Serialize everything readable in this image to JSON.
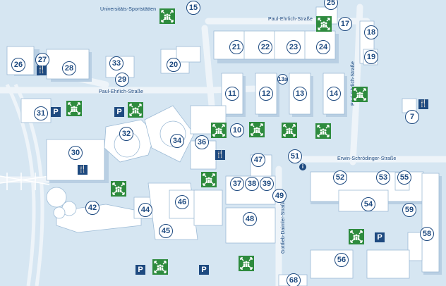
{
  "streets": {
    "sportstaetten": "Universitäts-Sportstätten",
    "ehrlich_top": "Paul-Ehrlich-Straße",
    "ehrlich_mid": "Paul-Ehrlich-Straße",
    "ehrlich_vert": "Paul-Ehrlich-Straße",
    "schroedinger": "Erwin-Schrödinger-Straße",
    "daimler": "Gottlieb-Daimler-Straße"
  },
  "buildings": [
    "7",
    "10",
    "11",
    "12",
    "13",
    "13a",
    "14",
    "15",
    "17",
    "18",
    "19",
    "20",
    "21",
    "22",
    "23",
    "24",
    "25",
    "26",
    "27",
    "28",
    "29",
    "30",
    "31",
    "32",
    "33",
    "34",
    "36",
    "37",
    "38",
    "39",
    "42",
    "44",
    "45",
    "46",
    "47",
    "48",
    "49",
    "51",
    "52",
    "53",
    "54",
    "55",
    "56",
    "58",
    "59",
    "68"
  ],
  "symbols": {
    "parking": "P",
    "restaurant": "🍴",
    "info": "i"
  },
  "colors": {
    "background": "#d6e6f2",
    "building": "#ffffff",
    "building_shade": "#b9cfe3",
    "road": "#eef4f9",
    "accent": "#1e4a80",
    "assembly_point": "#2e8b3e"
  },
  "icons": {
    "assembly_point": "assembly-point-icon",
    "parking": "parking-icon",
    "restaurant": "restaurant-icon",
    "info": "info-icon"
  }
}
